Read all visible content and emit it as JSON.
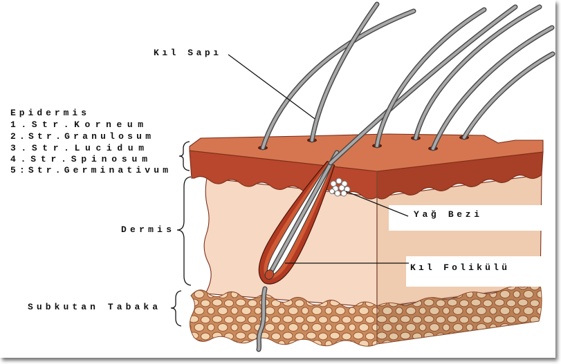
{
  "labels": {
    "hair_shaft": "Kıl Sapı",
    "epidermis": "Epidermis",
    "epidermis_layers": [
      "1.Str.Korneum",
      "2.Str.Granulosum",
      "3.Str.Lucidum",
      "4.Str.Spinosum",
      "5:Str.Germinativum"
    ],
    "dermis": "Dermis",
    "subcutaneous": "Subkutan Tabaka",
    "sebaceous_gland": "Yağ Bezi",
    "hair_follicle": "Kıl Folikülü"
  },
  "colors": {
    "skin_surface": "#d67650",
    "epidermis": "#b8472d",
    "epidermis_side": "#a83f27",
    "dermis": "#f6d8c3",
    "dermis_side": "#efcbb0",
    "fat_tissue": "#c98a5c",
    "fat_cell": "#f3d4b0",
    "hair": "#a9a9a9",
    "follicle": "#b03a22",
    "follicle_inner": "#cf5a34",
    "pore": "#5a1d10"
  }
}
